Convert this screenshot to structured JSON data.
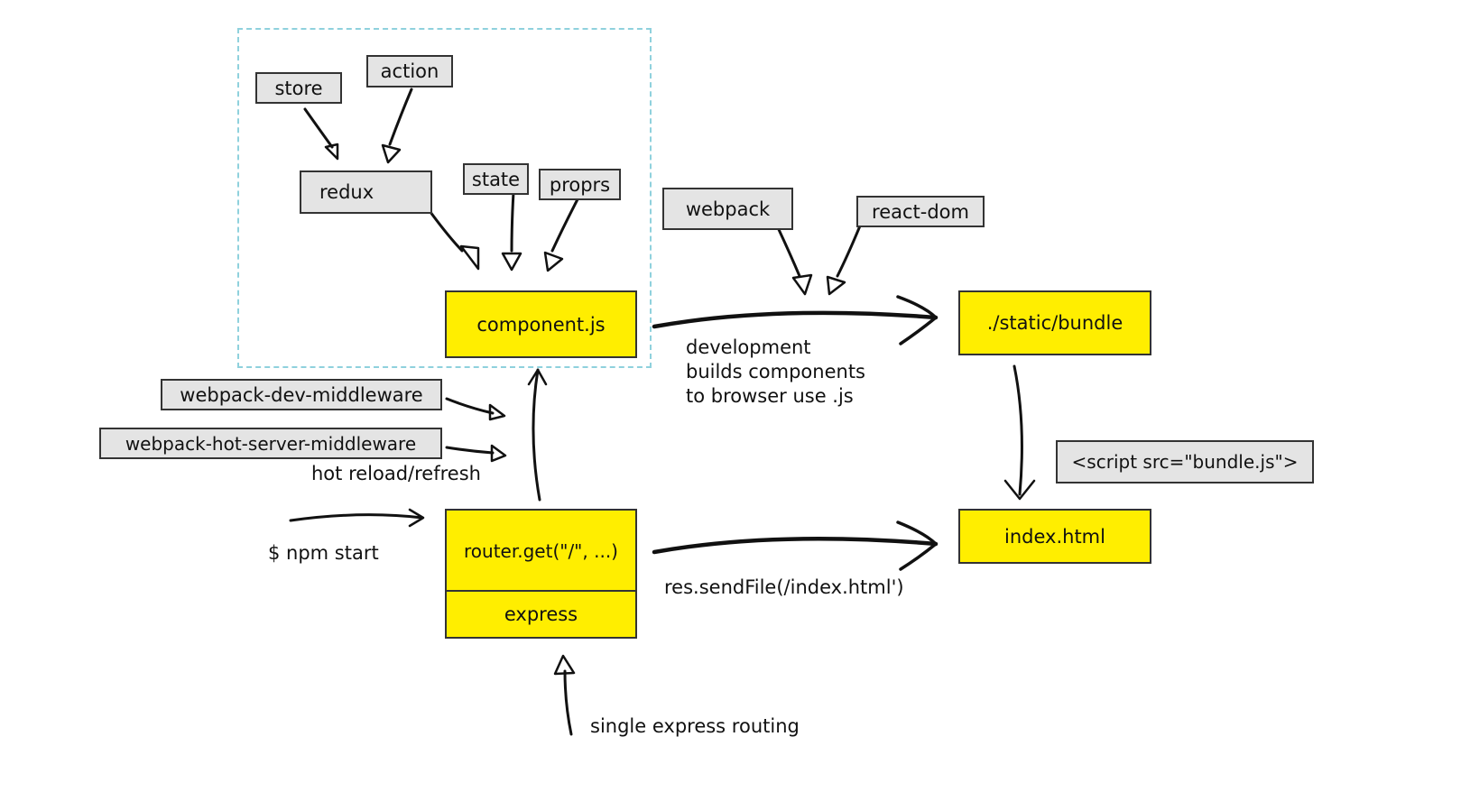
{
  "colors": {
    "yellow": "#ffee00",
    "gray": "#e4e4e4",
    "dashed_border": "#8fd1dd",
    "stroke": "#111111"
  },
  "nodes": {
    "store": "store",
    "action": "action",
    "redux": "redux",
    "state": "state",
    "proprs": "proprs",
    "component": "component.js",
    "webpack": "webpack",
    "react_dom": "react-dom",
    "bundle": "./static/bundle",
    "dev_middleware": "webpack-dev-middleware",
    "hot_middleware": "webpack-hot-server-middleware",
    "script_tag": "<script src=\"bundle.js\">",
    "router": "router.get(\"/\", ...)",
    "express": "express",
    "index_html": "index.html"
  },
  "labels": {
    "development": [
      "development",
      "builds components",
      "to browser use .js"
    ],
    "hot_reload": "hot reload/refresh",
    "npm_start": "$ npm start",
    "send_file": "res.sendFile(/index.html')",
    "single_routing": "single express routing"
  }
}
